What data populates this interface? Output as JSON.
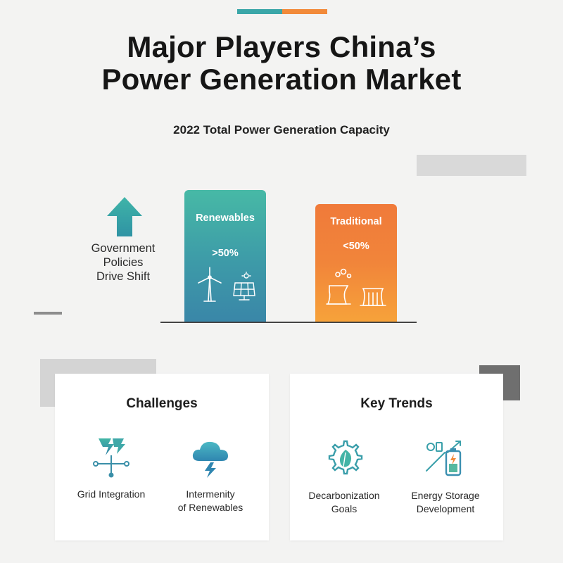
{
  "title": {
    "line1": "Major Players China’s",
    "line2": "Power Generation Market"
  },
  "subtitle": "2022 Total Power Generation Capacity",
  "policy": {
    "line1": "Government",
    "line2": "Policies",
    "line3": "Drive Shift",
    "icon": "up-arrow-icon"
  },
  "bars": {
    "renewables": {
      "name": "Renewables",
      "value": ">50%",
      "color": "#3d9aa8",
      "icons": [
        "wind-turbine-icon",
        "solar-panel-icon"
      ]
    },
    "traditional": {
      "name": "Traditional",
      "value": "<50%",
      "color": "#f1853a",
      "icons": [
        "power-plant-icon",
        "cooling-tower-icon"
      ]
    }
  },
  "cards": {
    "challenges": {
      "title": "Challenges",
      "items": [
        {
          "line1": "Grid Integration",
          "line2": "",
          "icon": "grid-network-icon"
        },
        {
          "line1": "Intermenity",
          "line2": "of Renewables",
          "icon": "storm-cloud-icon"
        }
      ]
    },
    "trends": {
      "title": "Key Trends",
      "items": [
        {
          "line1": "Decarbonization",
          "line2": "Goals",
          "icon": "leaf-gear-icon"
        },
        {
          "line1": "Energy Storage",
          "line2": "Development",
          "icon": "battery-icon"
        }
      ]
    }
  },
  "colors": {
    "teal": "#3aa6a8",
    "orange": "#f28a3a",
    "background": "#f3f3f2"
  }
}
